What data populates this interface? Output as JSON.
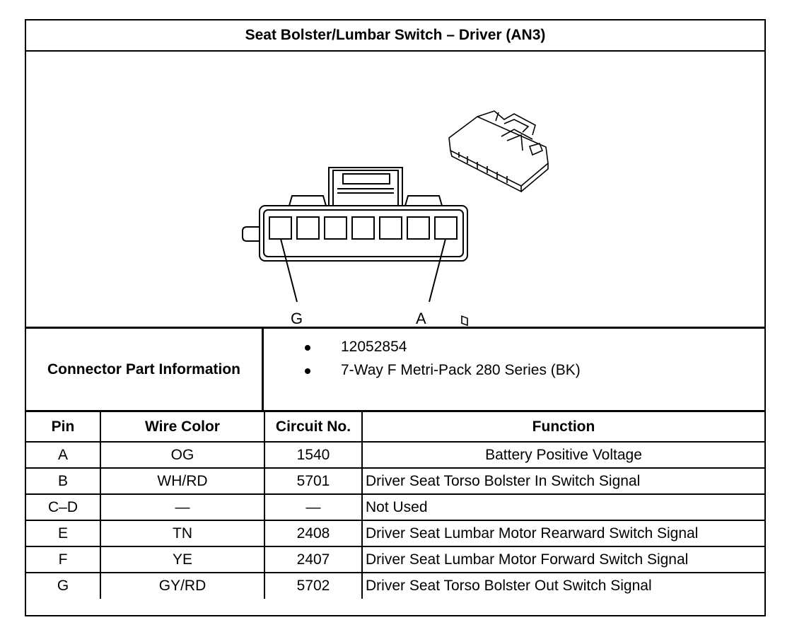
{
  "title": "Seat Bolster/Lumbar Switch – Driver (AN3)",
  "diagram": {
    "pin_labels": {
      "left": "G",
      "right": "A"
    },
    "icons": [
      "connector-face-icon",
      "connector-3d-icon"
    ]
  },
  "connector_info": {
    "label": "Connector Part Information",
    "items": [
      "12052854",
      "7-Way F Metri-Pack 280 Series (BK)"
    ]
  },
  "table": {
    "headers": [
      "Pin",
      "Wire Color",
      "Circuit No.",
      "Function"
    ],
    "rows": [
      {
        "pin": "A",
        "wire": "OG",
        "circuit": "1540",
        "function": "Battery Positive Voltage"
      },
      {
        "pin": "B",
        "wire": "WH/RD",
        "circuit": "5701",
        "function": "Driver Seat Torso Bolster In Switch Signal"
      },
      {
        "pin": "C–D",
        "wire": "—",
        "circuit": "—",
        "function": "Not Used"
      },
      {
        "pin": "E",
        "wire": "TN",
        "circuit": "2408",
        "function": "Driver Seat Lumbar Motor Rearward Switch Signal"
      },
      {
        "pin": "F",
        "wire": "YE",
        "circuit": "2407",
        "function": "Driver Seat Lumbar Motor Forward Switch Signal"
      },
      {
        "pin": "G",
        "wire": "GY/RD",
        "circuit": "5702",
        "function": "Driver Seat Torso Bolster Out Switch Signal"
      }
    ]
  }
}
